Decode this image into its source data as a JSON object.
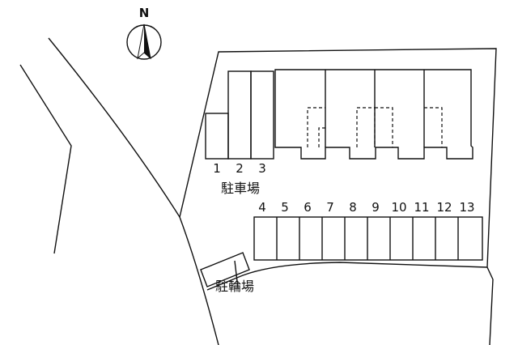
{
  "compass": {
    "label": "N",
    "icon": "north-arrow-icon"
  },
  "parking": {
    "label": "駐車場",
    "spaces_left": [
      "1",
      "2",
      "3"
    ],
    "spaces_bottom": [
      "4",
      "5",
      "6",
      "7",
      "8",
      "9",
      "10",
      "11",
      "12",
      "13"
    ]
  },
  "bicycle_parking": {
    "label": "駐輪場"
  }
}
